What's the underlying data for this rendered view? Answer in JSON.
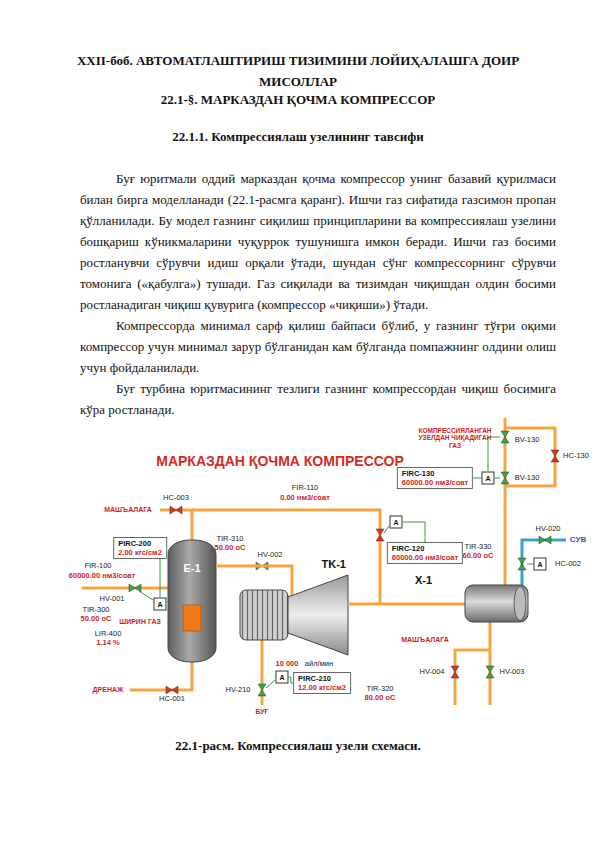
{
  "diagram": {
    "title": "XXII-боб. АВТОМАТЛАШТИРИШ ТИЗИМИНИ ЛОЙИҲАЛАШГА ДОИР МИСОЛЛАР",
    "caption": "22.1-расм. Компрессиялаш узели схемаси.",
    "nodes": [
      {
        "text": [
          "E-1"
        ]
      },
      {
        "text": [
          "TK-1"
        ]
      },
      {
        "text": [
          "X-1"
        ]
      },
      {
        "text": [
          "PIRC-200",
          "2.00 кгс/см2"
        ]
      },
      {
        "text": [
          "FIRC-130",
          "60000.00 нм3/соат"
        ]
      },
      {
        "text": [
          "FIRC-120",
          "60000.00 нм3/соат"
        ]
      },
      {
        "text": [
          "PIRC-210",
          "12.00 кгс/см2"
        ]
      },
      {
        "text": [
          "A"
        ]
      },
      {
        "text": [
          "A"
        ]
      },
      {
        "text": [
          "A"
        ]
      },
      {
        "text": [
          "A"
        ]
      },
      {
        "text": [
          "A"
        ]
      }
    ],
    "edges": [
      {
        "from": 0,
        "to": 1,
        "arrow": "none"
      },
      {
        "from": 1,
        "to": 2,
        "arrow": "none"
      },
      {
        "from": 4,
        "to": 7,
        "arrow": "none"
      },
      {
        "from": 5,
        "to": 8,
        "arrow": "none"
      },
      {
        "from": 3,
        "to": 9,
        "arrow": "none"
      },
      {
        "from": 6,
        "to": 11,
        "arrow": "none"
      }
    ],
    "labels": [
      "22.1-§. МАРКАЗДАН ҚОЧМА КОМПРЕССОР",
      "22.1.1. Компрессиялаш узелининг тавсифи",
      "Буғ юритмали оддий марказдан қочма компрессор унинг базавий қурилмаси билан бирга моделланади (22.1-расмга қаранг). Ишчи газ сифатида газсимон пропан қўлланилади. Бу модел газнинг сиқилиш принципларини ва компрессиялаш узелини бошқариш кўникмаларини чуқуррок тушунишга имкон беради. Ишчи газ босими ростланувчи сўрувчи идиш орқали ўтади, шундан сўнг компрессорнинг сўрувчи томонига («қабулга») тушади. Газ сиқилади ва тизимдан чиқишдан олдин босими ростланадиган чиқиш қувурига (компрессор «чиқиши») ўтади.",
      "Компрессорда минимал сарф қилиш байпаси бўлиб, у газнинг тўғри оқими компрессор учун минимал зарур бўлганидан кам бўлганда помпажнинг олдини олиш учун фойдаланилади.",
      "Буғ турбина юритмасининг тезлиги газнинг компрессордан чиқиш босимига кўра ростланади.",
      "МАРКАЗДАН ҚОЧМА КОМПРЕССОР",
      "КОМПРЕССИЯЛАНГАН УЗЕЛДАН ЧИҚАДИГАН ГАЗ",
      "BV-130",
      "HC-130",
      "BV-130",
      "МАШЪАЛАГА",
      "HC-003",
      "FIR-110",
      "0.00 нм3/соат",
      "TIR-310",
      "50.00 оС",
      "HV-002",
      "FIR-100",
      "60000.00 нм3/соат",
      "HV-001",
      "TIR-300",
      "50.00 оС",
      "ШИРИН ГАЗ",
      "LIR-400",
      "1.14 %",
      "10 000",
      "айл/мин",
      "TIR-330",
      "60.00 оС",
      "HV-020",
      "СУВ",
      "HC-002",
      "HV-210",
      "БУҒ",
      "ДРЕНАЖ",
      "HC-001",
      "TIR-320",
      "80.00 оС",
      "МАШЪАЛАГА",
      "HV-004",
      "HV-003"
    ]
  }
}
